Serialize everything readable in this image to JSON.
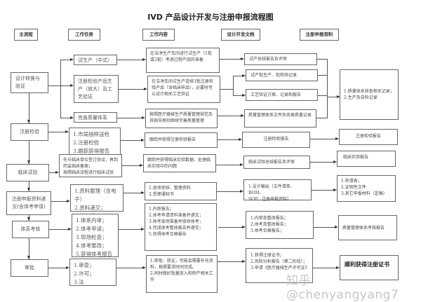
{
  "title": "IVD 产品设计开发与注册申报流程图",
  "headers": {
    "main_flow": "主流程",
    "work_tasks": "工作任务",
    "work_content": "工作内容",
    "design_docs": "设计开发文档",
    "registration_materials": "注册申报资料"
  },
  "main_flow": [
    "设计转换与验证",
    "注册检验",
    "临床试验",
    "注册申报资料递交(含体考申请)",
    "体系考核",
    "审批"
  ],
  "stage1": {
    "tasks": [
      "试生产（中式）",
      "注册检验产品生产（放大）及工艺验证",
      "完善质量体系"
    ],
    "content": [
      "在洁净生产车间进行试生产（1批或3批）考虑过程产品的准备",
      "在洁净车间试生产连续3批注册检验产品（含临床样品），必要时可以设计相关工艺验证",
      "按照医疗器械生产质量管理规范及其指导原则继续完善质量管理"
    ],
    "docs": [
      "试产总结报告及评审",
      "试产批生产、批检验记录",
      "工艺验证方案、记录和报告",
      "质量管理体系文件及各类质量记录"
    ],
    "materials": [
      "1.质量体系核查相关记录；",
      "2.生产及自检记录"
    ]
  },
  "stage2": {
    "tasks": [
      "1.市局抽样送检",
      "2.注册检验",
      "3.跟踪获得报告"
    ],
    "content": "跟踪并获得注册检验报告",
    "docs": "注册检验报告",
    "materials": "注册检验报告"
  },
  "stage3": {
    "tasks": [
      "先与临床单位签订协议，再到药监临床备案；",
      "按照临床流程进行临床试验"
    ],
    "content": "跟踪并获得临床实验数据，处理临床实验中的问题",
    "docs": "临床试验总结报告及评审",
    "materials": "临床实验报告"
  },
  "stage4": {
    "tasks": [
      "1.资料整理（含电子）",
      "2.资料递交；",
      "3.获得受理通知书"
    ],
    "content": [
      "1.逐项审核、整理资料",
      "2.受理通知书"
    ],
    "docs": [
      "1.设计输出（文件清单、BOM、",
      "SOP、注册申报资料）"
    ],
    "materials": [
      "1.申请表；",
      "2.证明性文件",
      "3.其它申报材料（定稿）"
    ]
  },
  "stage5": {
    "tasks": [
      "1.体系内审；",
      "2.体考申请；",
      "3.现场检查；",
      "4.体考整改；",
      "5.获得体考报告"
    ],
    "content": [
      "1.内审报告；",
      "2.体考申请资料准备并递交；",
      "3.体考现场准备并接收体考；",
      "4.完成体考整改报告并递交；",
      "5.获得体考合格报告"
    ],
    "docs": [
      "1.内审及整改报告；",
      "2.体考及整改报告；",
      "3.体考合格报告；"
    ],
    "materials": "质量管理体系考核报告"
  },
  "stage6": {
    "tasks": [
      "1.审查；",
      "2.许可；",
      "3.法",
      "3.法"
    ],
    "content": [
      "1.审批、获证，可能会需要补充资料，按照要求时间完成。",
      "2.同时做好批量放入和转产相关工作"
    ],
    "docs": [
      "1.获得注册证书；",
      "2.风险分析报告（第二阶段）；",
      "3.申请《医疗器械生产许可证》"
    ],
    "materials": "顺利获得注册证书"
  },
  "watermark": "知乎 @chenyangyang7"
}
